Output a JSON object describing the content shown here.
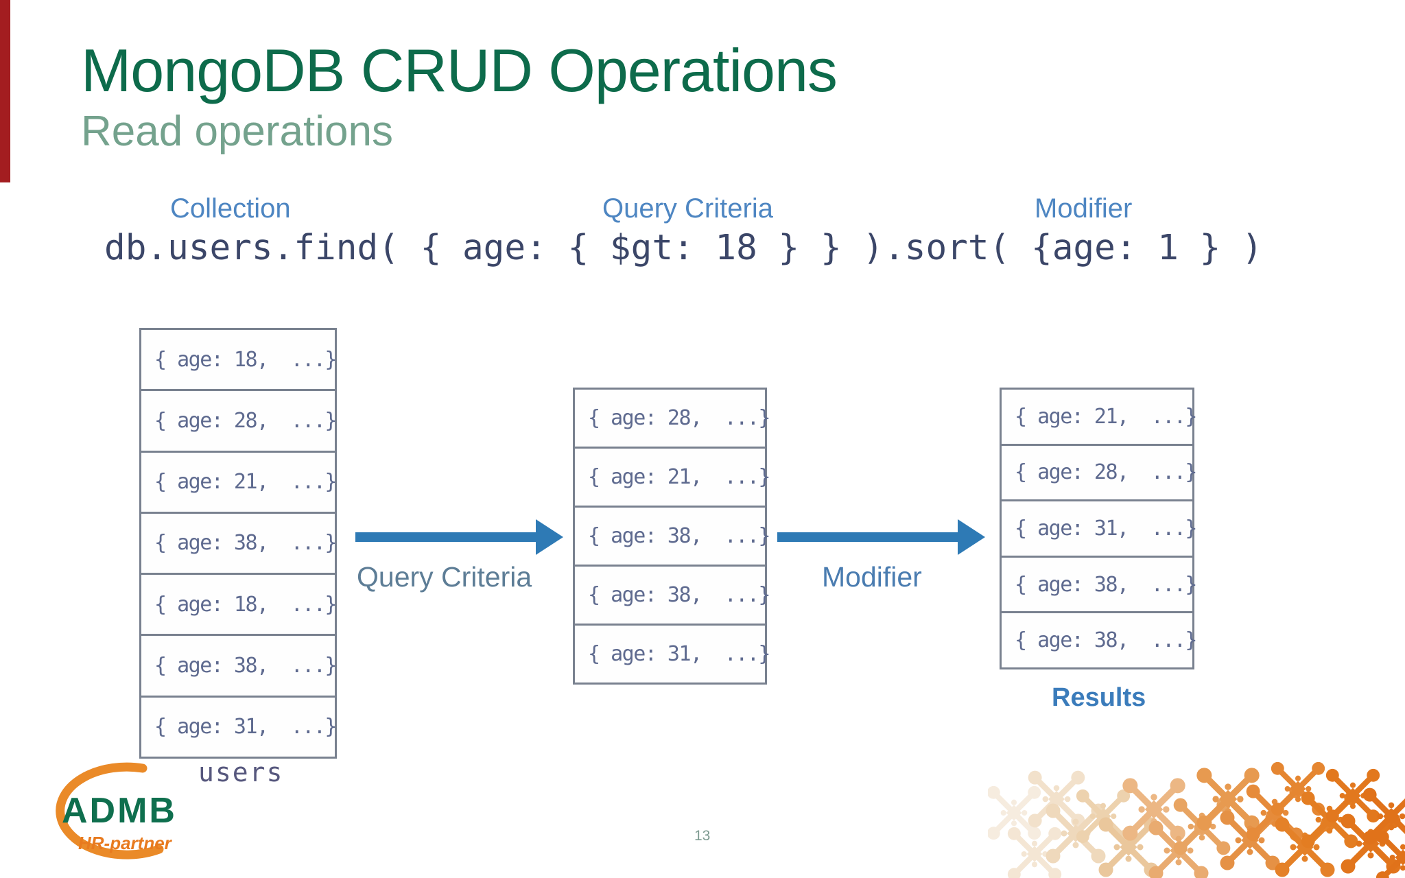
{
  "slide": {
    "title": "MongoDB CRUD Operations",
    "subtitle": "Read operations",
    "page_number": "13"
  },
  "code": {
    "labels": {
      "collection": "Collection",
      "query_criteria": "Query Criteria",
      "modifier": "Modifier"
    },
    "line": "db.users.find( { age: { $gt: 18 } } ).sort( {age: 1 } )"
  },
  "diagram": {
    "collection_table": {
      "label": "users",
      "rows": [
        "{ age: 18,  ...}",
        "{ age: 28,  ...}",
        "{ age: 21,  ...}",
        "{ age: 38,  ...}",
        "{ age: 18,  ...}",
        "{ age: 38,  ...}",
        "{ age: 31,  ...}"
      ],
      "ages": [
        18,
        28,
        21,
        38,
        18,
        38,
        31
      ]
    },
    "filtered_table": {
      "rows": [
        "{ age: 28,  ...}",
        "{ age: 21,  ...}",
        "{ age: 38,  ...}",
        "{ age: 38,  ...}",
        "{ age: 31,  ...}"
      ],
      "ages": [
        28,
        21,
        38,
        38,
        31
      ]
    },
    "results_table": {
      "label": "Results",
      "rows": [
        "{ age: 21,  ...}",
        "{ age: 28,  ...}",
        "{ age: 31,  ...}",
        "{ age: 38,  ...}",
        "{ age: 38,  ...}"
      ],
      "ages": [
        21,
        28,
        31,
        38,
        38
      ]
    },
    "arrow1_label": "Query Criteria",
    "arrow2_label": "Modifier"
  },
  "logo": {
    "name": "ADMB",
    "tagline": "HR-partner"
  },
  "colors": {
    "title_green": "#0d6b4b",
    "subtitle_green": "#74a28d",
    "code_navy": "#3b4668",
    "code_label_blue": "#4e86c2",
    "arrow_blue": "#2e7ab5",
    "table_border": "#79818f",
    "accent_red": "#a31d20",
    "logo_orange": "#ea8a28",
    "pattern_orange": "#e0721a"
  }
}
